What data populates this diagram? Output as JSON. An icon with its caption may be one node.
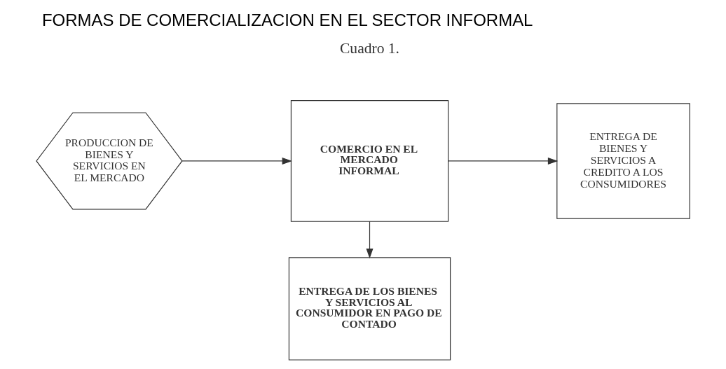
{
  "diagram": {
    "title": "FORMAS DE COMERCIALIZACION EN EL SECTOR INFORMAL",
    "nodes": [
      {
        "text": [
          "PRODUCCION DE BIENES Y SERVICIOS EN EL MERCADO"
        ]
      },
      {
        "text": [
          "COMERCIO EN EL MERCADO INFORMAL"
        ]
      },
      {
        "text": [
          "ENTREGA DE BIENES Y SERVICIOS A CREDITO A LOS CONSUMIDORES"
        ]
      },
      {
        "text": [
          "ENTREGA DE LOS BIENES Y SERVICIOS AL CONSUMIDOR EN PAGO DE CONTADO"
        ]
      }
    ],
    "edges": [
      {
        "from": 0,
        "to": 1,
        "arrow": "to"
      },
      {
        "from": 1,
        "to": 2,
        "arrow": "to"
      },
      {
        "from": 1,
        "to": 3,
        "arrow": "to"
      }
    ],
    "labels": [
      "Cuadro 1."
    ]
  }
}
